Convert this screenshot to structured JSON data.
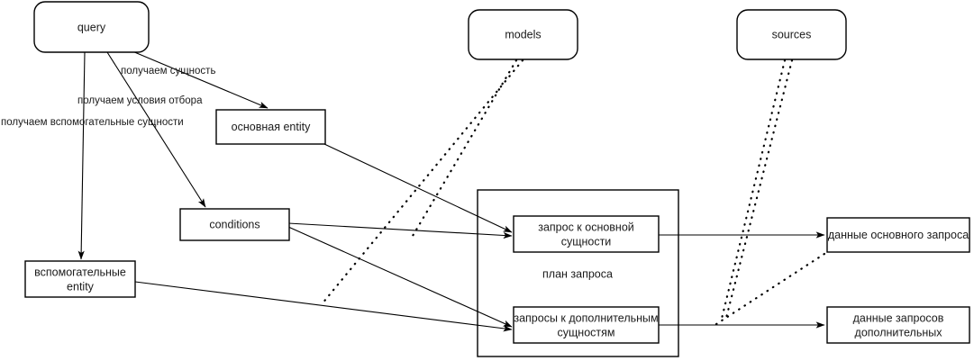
{
  "diagram": {
    "title": "query plan flow diagram",
    "background_color": "#ffffff",
    "stroke_color": "#000000",
    "text_color": "#1a1a1a",
    "nodes": {
      "query": {
        "label": "query",
        "shape": "rounded-rect"
      },
      "models": {
        "label": "models",
        "shape": "rounded-rect"
      },
      "sources": {
        "label": "sources",
        "shape": "rounded-rect"
      },
      "main_entity": {
        "label": "основная entity",
        "shape": "rect"
      },
      "conditions": {
        "label": "conditions",
        "shape": "rect"
      },
      "aux_entity_line1": {
        "label": "вспомогательные",
        "shape": "rect"
      },
      "aux_entity_line2": {
        "label": "entity"
      },
      "plan_group": {
        "label": "план запроса",
        "shape": "rect"
      },
      "main_query_line1": {
        "label": "запрос к основной"
      },
      "main_query_line2": {
        "label": "сущности"
      },
      "extra_query_line1": {
        "label": "запросы к дополнительным"
      },
      "extra_query_line2": {
        "label": "сущностям"
      },
      "main_data": {
        "label": "данные основного запроса",
        "shape": "rect"
      },
      "extra_data_line1": {
        "label": "данные запросов"
      },
      "extra_data_line2": {
        "label": "дополнительных"
      }
    },
    "edge_labels": {
      "get_entity": "получаем  сущность",
      "get_conditions": "получаем  условия отбора",
      "get_aux_entities": "получаем  вспомогательные сущности"
    }
  }
}
